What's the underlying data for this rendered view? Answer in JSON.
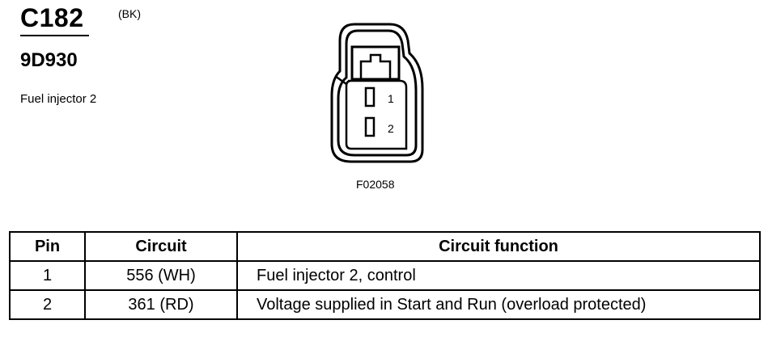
{
  "header": {
    "connector_id": "C182",
    "color_code": "(BK)",
    "part_number": "9D930",
    "description": "Fuel injector 2"
  },
  "figure": {
    "code": "F02058",
    "pin_labels": [
      "1",
      "2"
    ]
  },
  "table": {
    "headers": {
      "pin": "Pin",
      "circuit": "Circuit",
      "function": "Circuit function"
    },
    "rows": [
      {
        "pin": "1",
        "circuit": "556 (WH)",
        "function": "Fuel injector 2, control"
      },
      {
        "pin": "2",
        "circuit": "361 (RD)",
        "function": "Voltage supplied in Start and Run (overload protected)"
      }
    ]
  }
}
